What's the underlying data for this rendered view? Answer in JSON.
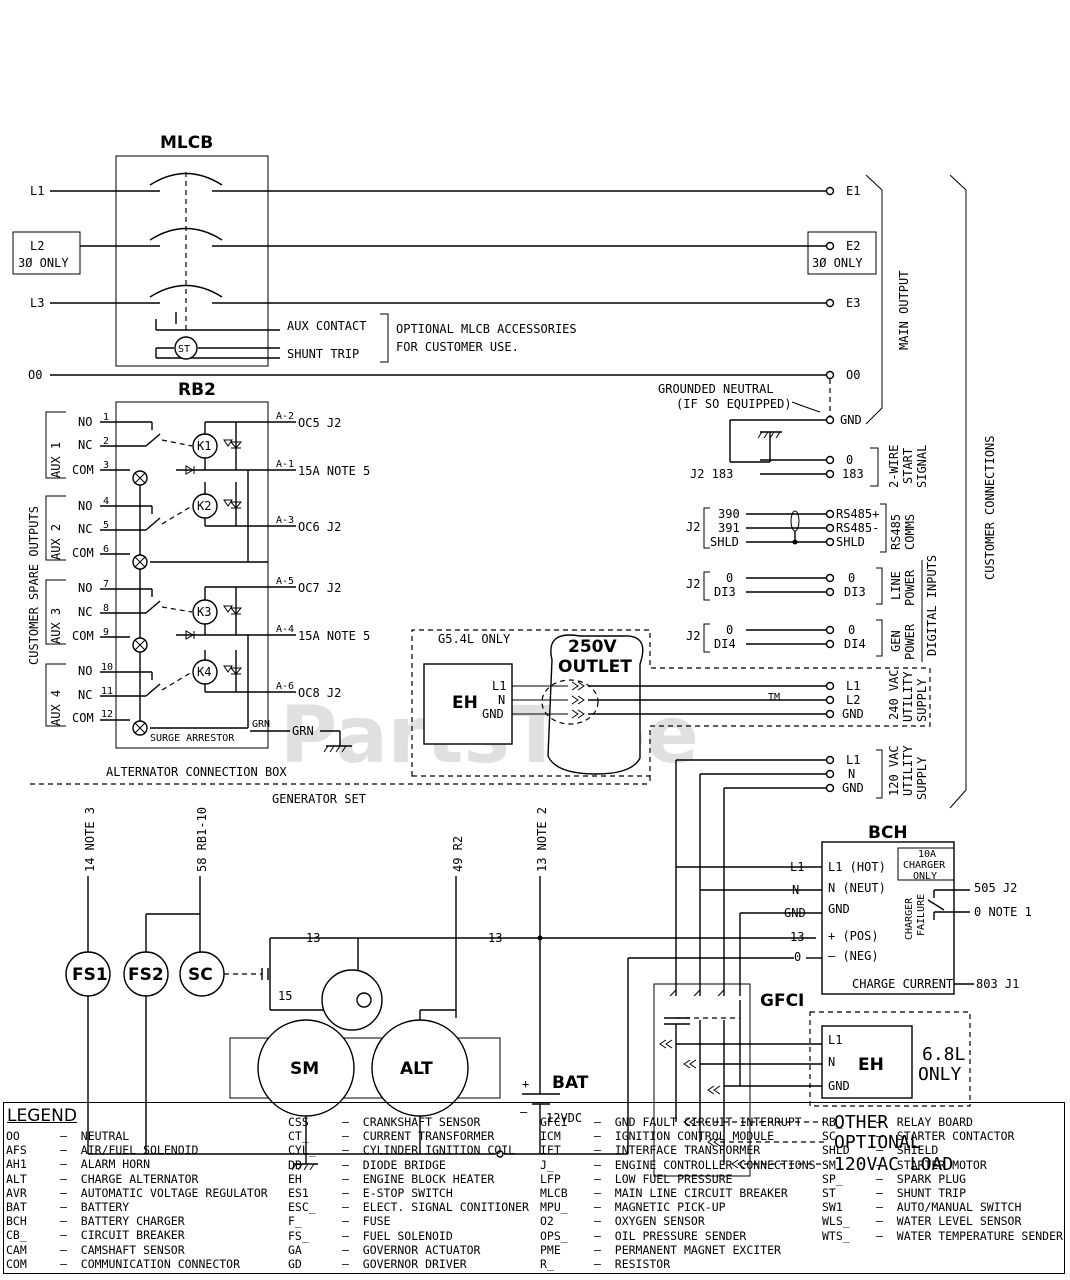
{
  "watermark": "PartsTree",
  "watermark_tm": "TM",
  "mlcb": {
    "title": "MLCB",
    "line_in": [
      "L1",
      "L2",
      "3Ø ONLY",
      "L3",
      "O0"
    ],
    "line_out": [
      "E1",
      "E2",
      "3Ø ONLY",
      "E3",
      "O0"
    ],
    "aux_contact": "AUX CONTACT",
    "shunt_trip": "SHUNT TRIP",
    "st": "ST",
    "accessories_1": "OPTIONAL MLCB ACCESSORIES",
    "accessories_2": "FOR CUSTOMER USE."
  },
  "main_output": "MAIN OUTPUT",
  "customer_connections": "CUSTOMER CONNECTIONS",
  "grounded_neutral_1": "GROUNDED NEUTRAL",
  "grounded_neutral_2": "(IF SO EQUIPPED)",
  "gnd": "GND",
  "rb2": {
    "title": "RB2",
    "side_label": "CUSTOMER SPARE OUTPUTS",
    "aux": [
      "AUX 1",
      "AUX 2",
      "AUX 3",
      "AUX 4"
    ],
    "pins": [
      [
        "NO",
        "NC",
        "COM"
      ],
      [
        "NO",
        "NC",
        "COM"
      ],
      [
        "NO",
        "NC",
        "COM"
      ],
      [
        "NO",
        "NC",
        "COM"
      ]
    ],
    "pin_numbers": [
      "1",
      "2",
      "3",
      "4",
      "5",
      "6",
      "7",
      "8",
      "9",
      "10",
      "11",
      "12"
    ],
    "relays": [
      "K1",
      "K2",
      "K3",
      "K4"
    ],
    "a_tags": [
      "A-2",
      "A-1",
      "A-3",
      "A-5",
      "A-4",
      "A-6"
    ],
    "outputs": [
      "OC5 J2",
      "15A NOTE 5",
      "OC6 J2",
      "OC7 J2",
      "15A NOTE 5",
      "OC8 J2"
    ],
    "surge": "SURGE ARRESTOR",
    "grn": "GRN",
    "grn_out": "GRN"
  },
  "alt_box": "ALTERNATOR CONNECTION BOX",
  "gen_set": "GENERATOR SET",
  "start_signal": {
    "label": [
      "2-WIRE",
      "START",
      "SIGNAL"
    ],
    "left": [
      "J2 183"
    ],
    "right": [
      "0",
      "183"
    ]
  },
  "rs485": {
    "label": [
      "RS485",
      "COMMS"
    ],
    "j2": "J2",
    "left": [
      "390",
      "391",
      "SHLD"
    ],
    "right": [
      "RS485+",
      "RS485-",
      "SHLD"
    ]
  },
  "line_power": {
    "label": [
      "LINE",
      "POWER"
    ],
    "j2": "J2",
    "left": [
      "0",
      "DI3"
    ],
    "right": [
      "0",
      "DI3"
    ]
  },
  "gen_power": {
    "label": [
      "GEN",
      "POWER"
    ],
    "j2": "J2",
    "left": [
      "0",
      "DI4"
    ],
    "right": [
      "0",
      "DI4"
    ]
  },
  "digital_inputs": "DIGITAL INPUTS",
  "g54": "G5.4L ONLY",
  "outlet": [
    "250V",
    "OUTLET"
  ],
  "eh": "EH",
  "eh_pins": [
    "L1",
    "N",
    "GND"
  ],
  "vac240": {
    "label": [
      "240 VAC",
      "UTILITY",
      "SUPPLY"
    ],
    "pins": [
      "L1",
      "L2",
      "GND"
    ]
  },
  "vac120": {
    "label": [
      "120 VAC",
      "UTILITY",
      "SUPPLY"
    ],
    "pins": [
      "L1",
      "N",
      "GND"
    ]
  },
  "bch": {
    "title": "BCH",
    "charger_only": [
      "10A",
      "CHARGER",
      "ONLY"
    ],
    "charger_failure": [
      "CHARGER",
      "FAILURE"
    ],
    "pins": [
      "L1 (HOT)",
      "N (NEUT)",
      "GND",
      "+ (POS)",
      "– (NEG)"
    ],
    "wire_tags": [
      "L1",
      "N",
      "GND",
      "13",
      "0"
    ],
    "charge_current": "CHARGE CURRENT",
    "outs": [
      "505 J2",
      "0 NOTE 1",
      "803 J1"
    ]
  },
  "vertical_wires": [
    "14 NOTE 3",
    "58 RB1-10",
    "49 R2",
    "13 NOTE 2"
  ],
  "components": [
    "FS1",
    "FS2",
    "SC",
    "SM",
    "ALT"
  ],
  "wire13": "13",
  "wire15": "15",
  "bat": "BAT",
  "bat_plus": "+",
  "bat_minus": "–",
  "bat_v": "12VDC",
  "gfci": "GFCI",
  "eh68_only": [
    "6.8L",
    "ONLY"
  ],
  "other_optional": [
    "OTHER",
    "OPTIONAL",
    "120VAC LOAD"
  ],
  "legend": {
    "title": "LEGEND",
    "col1": [
      [
        "OO",
        "NEUTRAL"
      ],
      [
        "AFS",
        "AIR/FUEL SOLENOID"
      ],
      [
        "AH1",
        "ALARM HORN"
      ],
      [
        "ALT",
        "CHARGE ALTERNATOR"
      ],
      [
        "AVR",
        "AUTOMATIC VOLTAGE REGULATOR"
      ],
      [
        "BAT",
        "BATTERY"
      ],
      [
        "BCH",
        "BATTERY CHARGER"
      ],
      [
        "CB_",
        "CIRCUIT BREAKER"
      ],
      [
        "CAM",
        "CAMSHAFT SENSOR"
      ],
      [
        "COM",
        "COMMUNICATION CONNECTOR"
      ]
    ],
    "col2": [
      [
        "CSS",
        "CRANKSHAFT SENSOR"
      ],
      [
        "CT_",
        "CURRENT TRANSFORMER"
      ],
      [
        "CYL_",
        "CYLINDER IGNITION COIL"
      ],
      [
        "DB",
        "DIODE BRIDGE"
      ],
      [
        "EH",
        "ENGINE BLOCK HEATER"
      ],
      [
        "ES1",
        "E-STOP SWITCH"
      ],
      [
        "ESC_",
        "ELECT. SIGNAL CONITIONER"
      ],
      [
        "F_",
        "FUSE"
      ],
      [
        "FS_",
        "FUEL SOLENOID"
      ],
      [
        "GA",
        "GOVERNOR ACTUATOR"
      ],
      [
        "GD",
        "GOVERNOR DRIVER"
      ]
    ],
    "col3": [
      [
        "GFCI",
        "GND FAULT CIRCUIT INTERRUPT"
      ],
      [
        "ICM",
        "IGNITION CONTROL MODULE"
      ],
      [
        "IFT",
        "INTERFACE TRANSFORMER"
      ],
      [
        "J_",
        "ENGINE CONTROLLER CONNECTIONS"
      ],
      [
        "LFP",
        "LOW FUEL PRESSURE"
      ],
      [
        "MLCB",
        "MAIN LINE CIRCUIT BREAKER"
      ],
      [
        "MPU_",
        "MAGNETIC PICK-UP"
      ],
      [
        "O2",
        "OXYGEN SENSOR"
      ],
      [
        "OPS_",
        "OIL PRESSURE SENDER"
      ],
      [
        "PME",
        "PERMANENT MAGNET EXCITER"
      ],
      [
        "R_",
        "RESISTOR"
      ]
    ],
    "col4": [
      [
        "RB_",
        "RELAY BOARD"
      ],
      [
        "SC",
        "STARTER CONTACTOR"
      ],
      [
        "SHLD",
        "SHIELD"
      ],
      [
        "SM",
        "STARTER MOTOR"
      ],
      [
        "SP_",
        "SPARK PLUG"
      ],
      [
        "ST",
        "SHUNT TRIP"
      ],
      [
        "SW1",
        "AUTO/MANUAL SWITCH"
      ],
      [
        "WLS_",
        "WATER LEVEL SENSOR"
      ],
      [
        "WTS_",
        "WATER TEMPERATURE SENDER"
      ]
    ]
  }
}
